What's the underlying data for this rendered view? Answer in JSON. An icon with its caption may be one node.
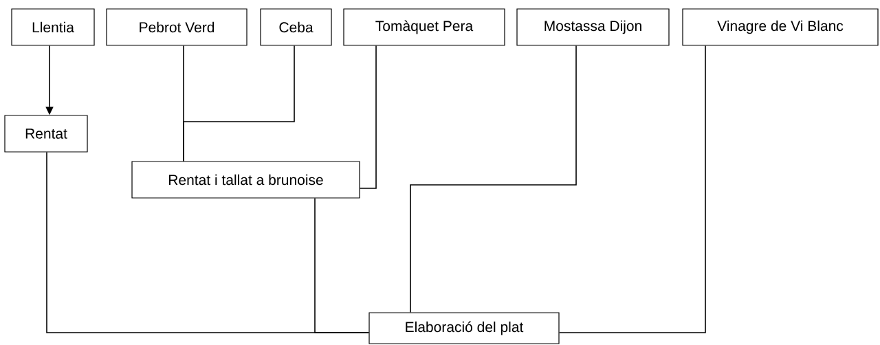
{
  "diagram": {
    "nodes": [
      {
        "text": [
          "Llentia"
        ]
      },
      {
        "text": [
          "Pebrot Verd"
        ]
      },
      {
        "text": [
          "Ceba"
        ]
      },
      {
        "text": [
          "Tomàquet Pera"
        ]
      },
      {
        "text": [
          "Mostassa Dijon"
        ]
      },
      {
        "text": [
          "Vinagre de Vi Blanc"
        ]
      },
      {
        "text": [
          "Rentat"
        ]
      },
      {
        "text": [
          "Rentat i tallat a brunoise"
        ]
      },
      {
        "text": [
          "Elaboració del plat"
        ]
      }
    ],
    "edges": [
      {
        "from": 0,
        "to": 6,
        "arrow": "to"
      },
      {
        "from": 1,
        "to": 7,
        "arrow": "none"
      },
      {
        "from": 2,
        "to": 7,
        "arrow": "none"
      },
      {
        "from": 3,
        "to": 7,
        "arrow": "none"
      },
      {
        "from": 4,
        "to": 8,
        "arrow": "none"
      },
      {
        "from": 5,
        "to": 8,
        "arrow": "none"
      },
      {
        "from": 6,
        "to": 8,
        "arrow": "none"
      },
      {
        "from": 7,
        "to": 8,
        "arrow": "none"
      }
    ]
  }
}
